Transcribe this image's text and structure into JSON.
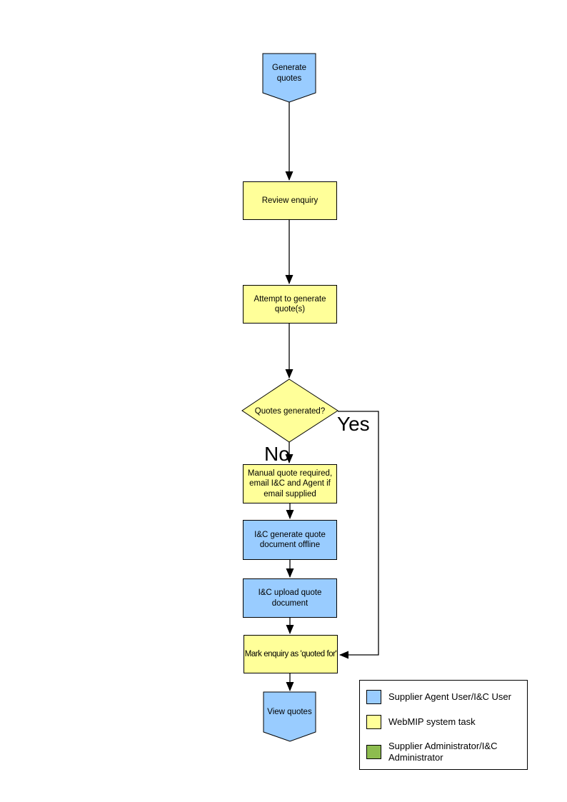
{
  "nodes": {
    "start": {
      "label": "Generate quotes",
      "shape": "pentagon-down",
      "color": "#99CCFF"
    },
    "review": {
      "label": "Review enquiry",
      "shape": "rect",
      "color": "#FFFF99"
    },
    "attempt": {
      "label": "Attempt to generate quote(s)",
      "shape": "rect",
      "color": "#FFFF99"
    },
    "decision": {
      "label": "Quotes generated?",
      "shape": "diamond",
      "color": "#FFFF99"
    },
    "manual": {
      "label": "Manual quote required, email I&C and Agent if email supplied",
      "shape": "rect",
      "color": "#FFFF99"
    },
    "generate_offline": {
      "label": "I&C generate quote document offline",
      "shape": "rect",
      "color": "#99CCFF"
    },
    "upload": {
      "label": "I&C upload quote document",
      "shape": "rect",
      "color": "#99CCFF"
    },
    "mark": {
      "label": "Mark enquiry as 'quoted for'",
      "shape": "rect",
      "color": "#FFFF99"
    },
    "end": {
      "label": "View quotes",
      "shape": "pentagon-down",
      "color": "#99CCFF"
    }
  },
  "branch_labels": {
    "yes": "Yes",
    "no": "No"
  },
  "legend": {
    "items": [
      {
        "label": "Supplier Agent User/I&C User",
        "color": "#99CCFF"
      },
      {
        "label": "WebMIP system task",
        "color": "#FFFF99"
      },
      {
        "label": "Supplier Administrator/I&C Administrator",
        "color": "#8DBC4F"
      }
    ]
  },
  "colors": {
    "node_blue": "#99CCFF",
    "node_yellow": "#FFFF99",
    "legend_green": "#8DBC4F",
    "line": "#000000",
    "background": "#FFFFFF"
  }
}
